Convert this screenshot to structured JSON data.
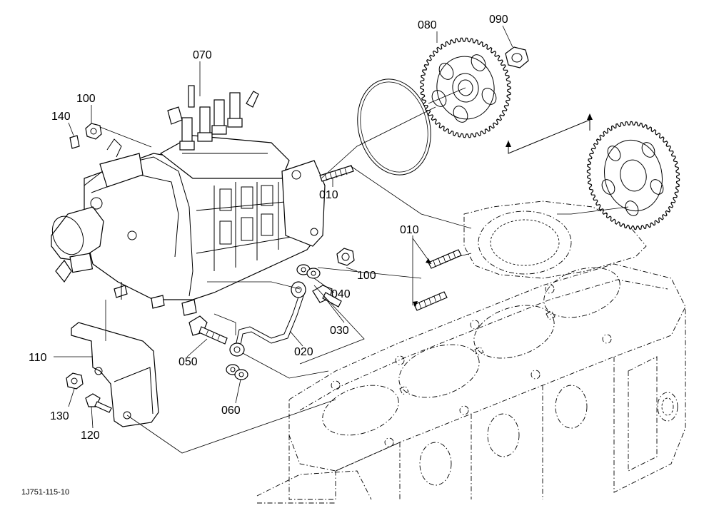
{
  "callouts": {
    "c010a": "010",
    "c010b": "010",
    "c020": "020",
    "c030": "030",
    "c040": "040",
    "c050": "050",
    "c060": "060",
    "c070": "070",
    "c080": "080",
    "c090": "090",
    "c100a": "100",
    "c100b": "100",
    "c110": "110",
    "c120": "120",
    "c130": "130",
    "c140": "140"
  },
  "figure_code": "1J751-115-10"
}
